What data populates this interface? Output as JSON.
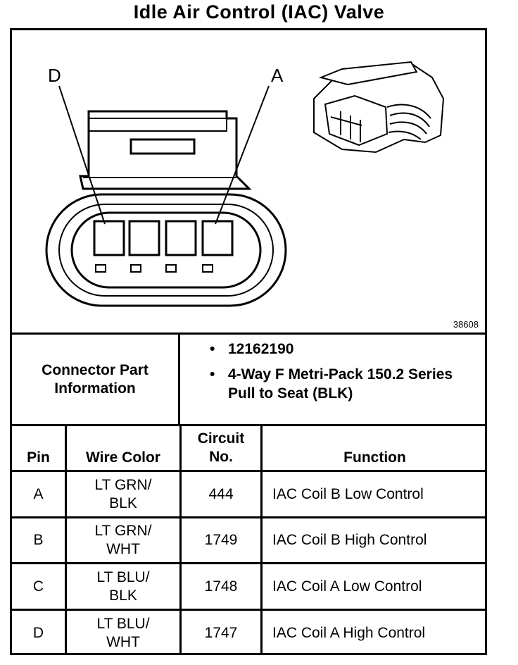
{
  "title": "Idle Air Control (IAC) Valve",
  "diagram": {
    "pin_label_left": "D",
    "pin_label_right": "A",
    "figure_number": "38608"
  },
  "connector_info": {
    "label": "Connector Part Information",
    "items": [
      "12162190",
      "4-Way F Metri-Pack 150.2 Series Pull to Seat (BLK)"
    ]
  },
  "table": {
    "headers": {
      "pin": "Pin",
      "wire_color": "Wire Color",
      "circuit": "Circuit No.",
      "function": "Function"
    },
    "rows": [
      {
        "pin": "A",
        "wire_color": "LT GRN/ BLK",
        "circuit": "444",
        "function": "IAC Coil B Low Control"
      },
      {
        "pin": "B",
        "wire_color": "LT GRN/ WHT",
        "circuit": "1749",
        "function": "IAC Coil B High Control"
      },
      {
        "pin": "C",
        "wire_color": "LT BLU/ BLK",
        "circuit": "1748",
        "function": "IAC Coil A Low Control"
      },
      {
        "pin": "D",
        "wire_color": "LT BLU/ WHT",
        "circuit": "1747",
        "function": "IAC Coil A High Control"
      }
    ]
  }
}
